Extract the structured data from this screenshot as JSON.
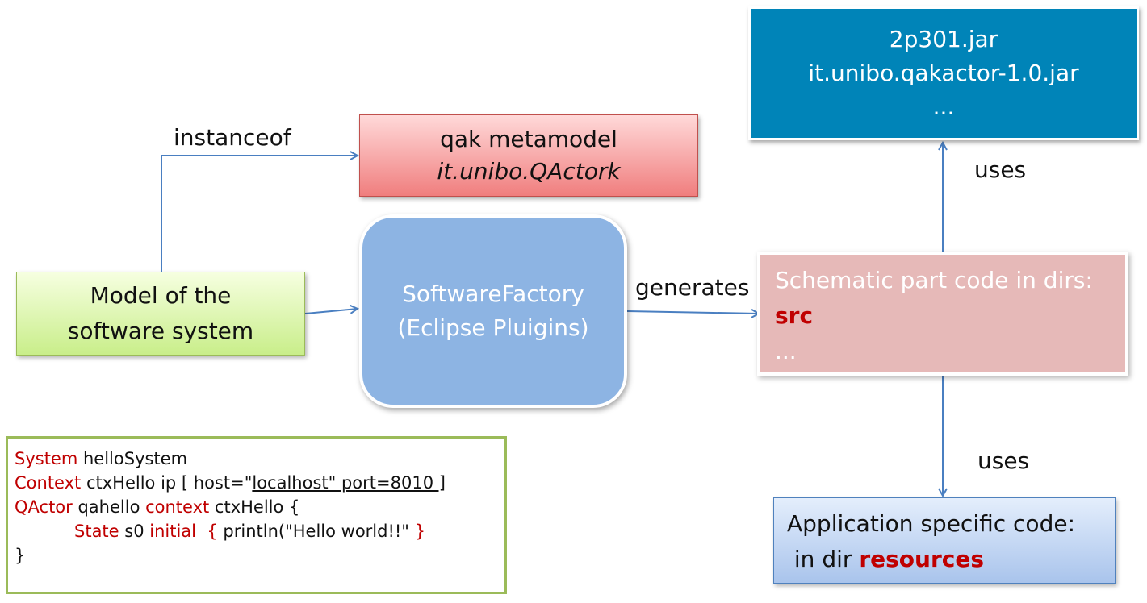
{
  "colors": {
    "arrow": "#4a7fc1",
    "keyword": "#c00000",
    "jar_box": "#0084b8",
    "factory_box": "#8db4e3",
    "code_border": "#9bbb59"
  },
  "jars_box": {
    "lines": [
      "2p301.jar",
      "it.unibo.qakactor-1.0.jar",
      "..."
    ]
  },
  "metamodel_box": {
    "line1": "qak metamodel",
    "line2": "it.unibo.QActork"
  },
  "factory_box": {
    "line1": "SoftwareFactory",
    "line2": "(Eclipse Pluigins)"
  },
  "model_box": {
    "line1": "Model of the",
    "line2": "software system"
  },
  "schematic_box": {
    "line1": "Schematic part code in dirs:",
    "line2": "src",
    "line3": "..."
  },
  "app_box": {
    "line1": "Application specific code:",
    "line2_prefix": "in dir",
    "line2_dir": "resources"
  },
  "edge_labels": {
    "instanceof": "instanceof",
    "generates": "generates",
    "uses_top": "uses",
    "uses_bottom": "uses"
  },
  "code_block": {
    "l1_kw": "System",
    "l1_rest": " helloSystem",
    "l2_kw": "Context",
    "l2_rest": " ctxHello ip [ host=\"",
    "l2_ul": "localhost\" port=8010 ]",
    "l3_kw": "QActor",
    "l3_mid": " qahello ",
    "l3_kw2": "context",
    "l3_rest": " ctxHello {",
    "l4_kw": "State",
    "l4_mid": " s0  ",
    "l4_kw2": "initial",
    "l4_brace": "{",
    "l4_rest": " println(\"Hello world!!\" ",
    "l4_brace2": "}",
    "l5": "}"
  }
}
